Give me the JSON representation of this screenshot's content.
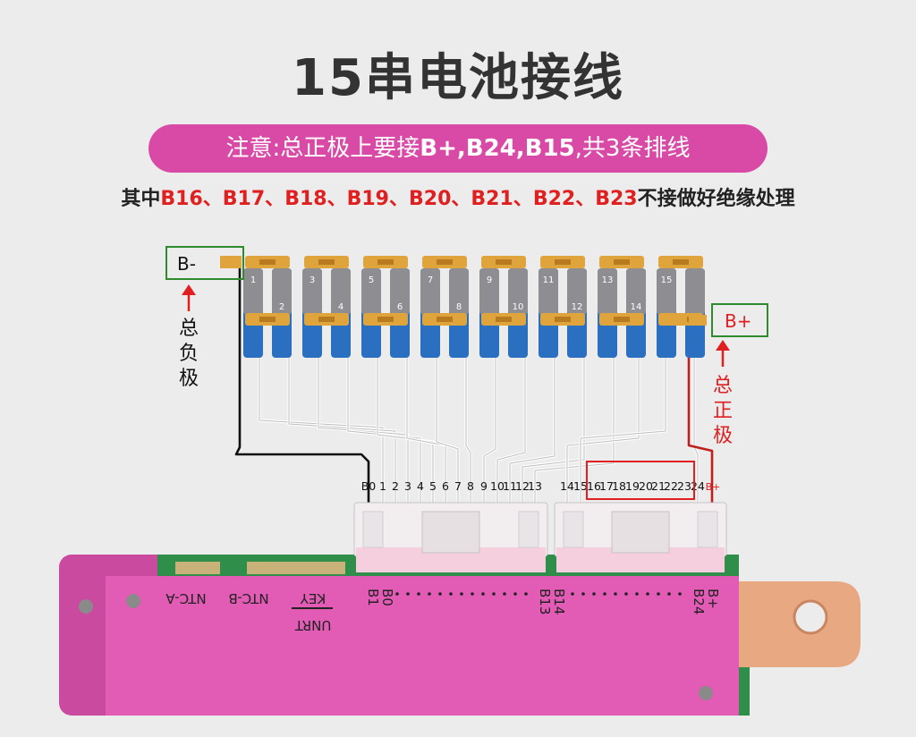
{
  "title": "15串电池接线",
  "note": {
    "prefix": "注意:总正极上要接",
    "highlight": "B+,B24,B15",
    "suffix": ",共3条排线"
  },
  "subnote": {
    "prefix": "其中",
    "items": [
      "B16",
      "B17",
      "B18",
      "B19",
      "B20",
      "B21",
      "B22",
      "B23"
    ],
    "separator": "、",
    "suffix": "不接做好绝缘处理"
  },
  "cells": {
    "top_numbers": [
      "1",
      "3",
      "5",
      "7",
      "9",
      "11",
      "13",
      "15"
    ],
    "bottom_numbers": [
      "2",
      "4",
      "6",
      "8",
      "10",
      "12",
      "14"
    ]
  },
  "labels": {
    "b_minus": "B-",
    "b_plus": "B+",
    "neg_caption": [
      "总",
      "负",
      "极"
    ],
    "pos_caption": [
      "总",
      "正",
      "极"
    ]
  },
  "connector_left_pins": [
    "B0",
    "1",
    "2",
    "3",
    "4",
    "5",
    "6",
    "7",
    "8",
    "9",
    "10",
    "11",
    "12",
    "13"
  ],
  "connector_right_pins": [
    "14",
    "15",
    "16",
    "17",
    "18",
    "19",
    "20",
    "21",
    "22",
    "23",
    "24",
    "B+"
  ],
  "board": {
    "labels_left": [
      "NTC-A",
      "NTC-B",
      "KEY",
      "UNRT"
    ],
    "pin_labels": [
      "B0",
      "B1",
      "B13",
      "B14",
      "B24",
      "B+"
    ]
  },
  "colors": {
    "pink": "#d84aa6",
    "red": "#e02020",
    "board": "#e25cb5",
    "green_box": "#2d8a2d",
    "copper": "#e8a882"
  }
}
